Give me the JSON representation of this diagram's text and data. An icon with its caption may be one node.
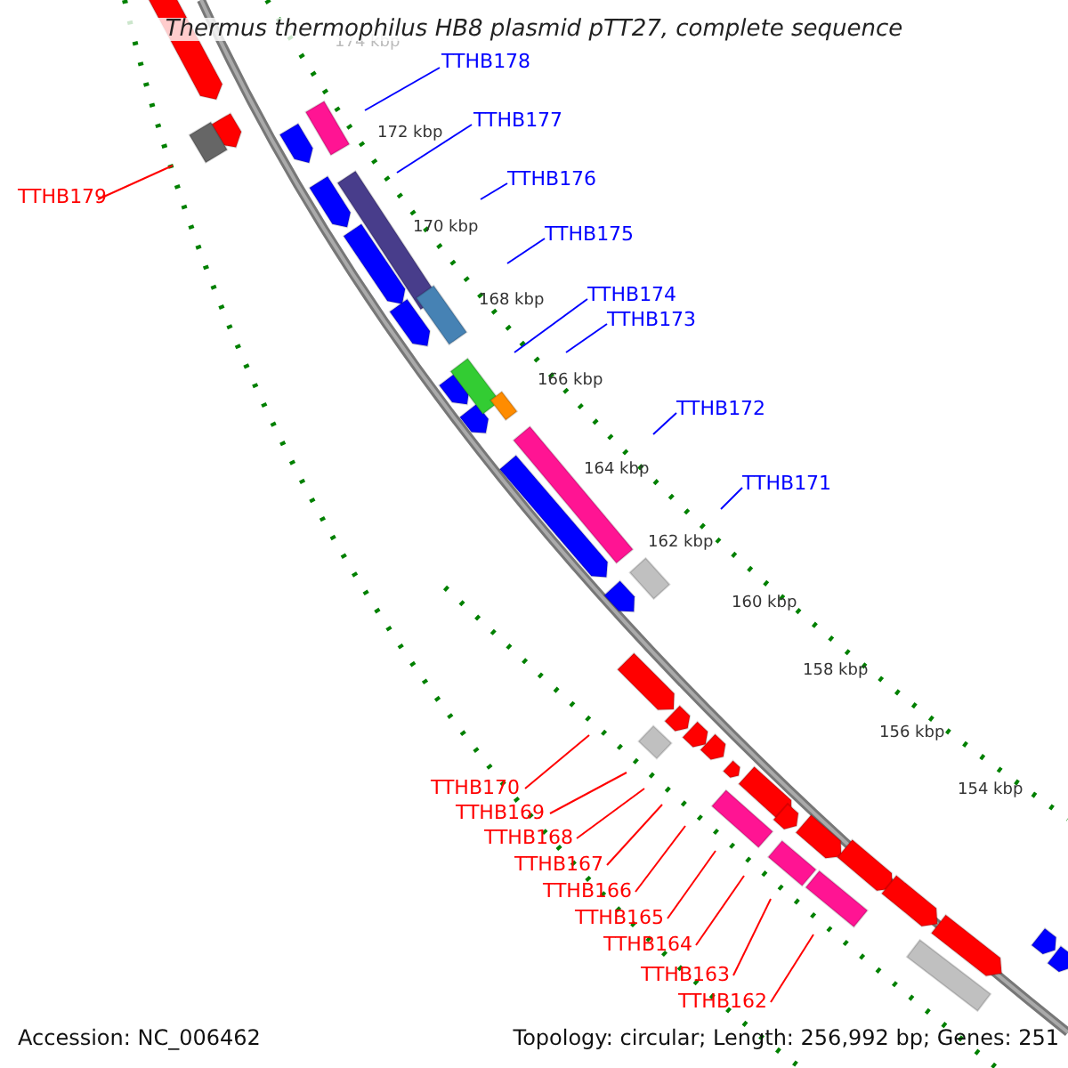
{
  "diagram": {
    "title": "Thermus thermophilus HB8 plasmid pTT27, complete sequence",
    "nodes": [
      {
        "text": [
          "TTHB178"
        ]
      },
      {
        "text": [
          "TTHB177"
        ]
      },
      {
        "text": [
          "TTHB176"
        ]
      },
      {
        "text": [
          "TTHB179"
        ]
      },
      {
        "text": [
          "TTHB175"
        ]
      },
      {
        "text": [
          "TTHB174"
        ]
      },
      {
        "text": [
          "TTHB173"
        ]
      },
      {
        "text": [
          "TTHB172"
        ]
      },
      {
        "text": [
          "TTHB171"
        ]
      },
      {
        "text": [
          "TTHB170"
        ]
      },
      {
        "text": [
          "TTHB169"
        ]
      },
      {
        "text": [
          "TTHB168"
        ]
      },
      {
        "text": [
          "TTHB167"
        ]
      },
      {
        "text": [
          "TTHB166"
        ]
      },
      {
        "text": [
          "TTHB165"
        ]
      },
      {
        "text": [
          "TTHB164"
        ]
      },
      {
        "text": [
          "TTHB163"
        ]
      },
      {
        "text": [
          "TTHB162"
        ]
      }
    ],
    "edges": [
      {
        "from": 0,
        "to": null,
        "arrow": "none",
        "color": "#0000ff"
      },
      {
        "from": 1,
        "to": null,
        "arrow": "none",
        "color": "#0000ff"
      },
      {
        "from": 2,
        "to": null,
        "arrow": "none",
        "color": "#0000ff"
      },
      {
        "from": 3,
        "to": null,
        "arrow": "none"
      },
      {
        "from": 4,
        "to": null,
        "arrow": "none",
        "color": "#0000ff"
      },
      {
        "from": 5,
        "to": null,
        "arrow": "none",
        "color": "#0000ff"
      },
      {
        "from": 6,
        "to": null,
        "arrow": "none",
        "color": "#0000ff"
      },
      {
        "from": 7,
        "to": null,
        "arrow": "none",
        "color": "#0000ff"
      },
      {
        "from": 8,
        "to": null,
        "arrow": "none",
        "color": "#0000ff"
      },
      {
        "from": 9,
        "to": null,
        "arrow": "none"
      },
      {
        "from": 10,
        "to": null,
        "arrow": "none"
      },
      {
        "from": 11,
        "to": null,
        "arrow": "none"
      },
      {
        "from": 12,
        "to": null,
        "arrow": "none"
      },
      {
        "from": 13,
        "to": null,
        "arrow": "none"
      },
      {
        "from": 14,
        "to": null,
        "arrow": "none"
      },
      {
        "from": 15,
        "to": null,
        "arrow": "none"
      },
      {
        "from": 16,
        "to": null,
        "arrow": "none"
      },
      {
        "from": 17,
        "to": null,
        "arrow": "none"
      }
    ],
    "labels": [
      "174 kbp",
      "172 kbp",
      "170 kbp",
      "168 kbp",
      "166 kbp",
      "164 kbp",
      "162 kbp",
      "160 kbp",
      "158 kbp",
      "156 kbp",
      "154 kbp",
      "Accession: NC_006462",
      "Topology: circular; Length: 256,992 bp; Genes: 251"
    ]
  }
}
